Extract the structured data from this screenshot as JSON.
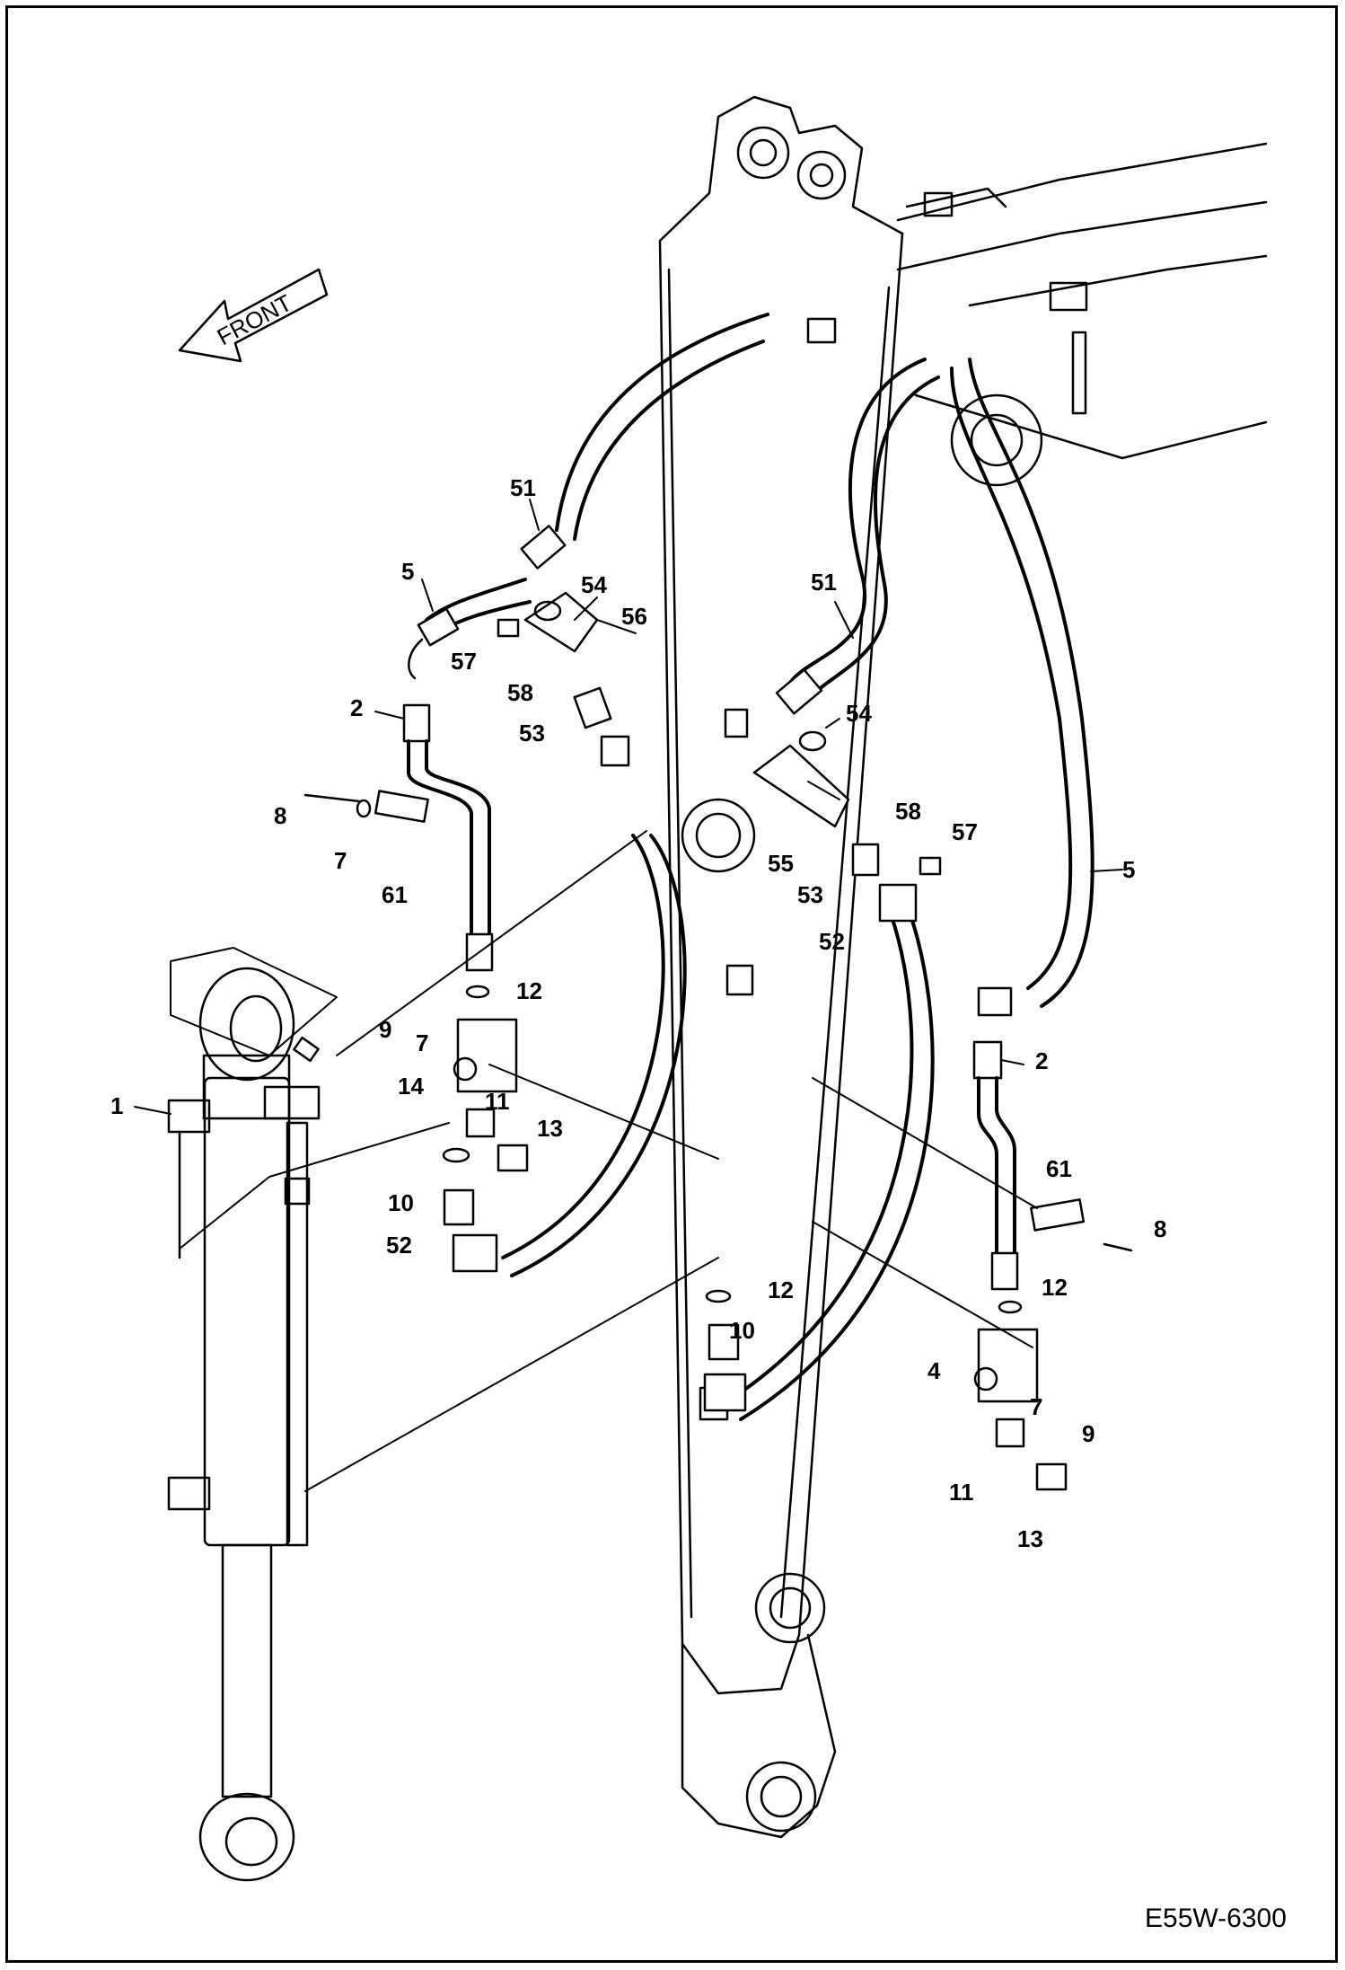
{
  "drawing": {
    "code": "E55W-6300",
    "direction_label": "FRONT"
  },
  "callouts": [
    "1",
    "2",
    "2",
    "4",
    "5",
    "5",
    "7",
    "7",
    "7",
    "8",
    "8",
    "9",
    "9",
    "10",
    "10",
    "11",
    "11",
    "12",
    "12",
    "12",
    "13",
    "13",
    "14",
    "51",
    "51",
    "52",
    "52",
    "53",
    "53",
    "54",
    "54",
    "55",
    "56",
    "57",
    "57",
    "58",
    "58",
    "61",
    "61"
  ]
}
